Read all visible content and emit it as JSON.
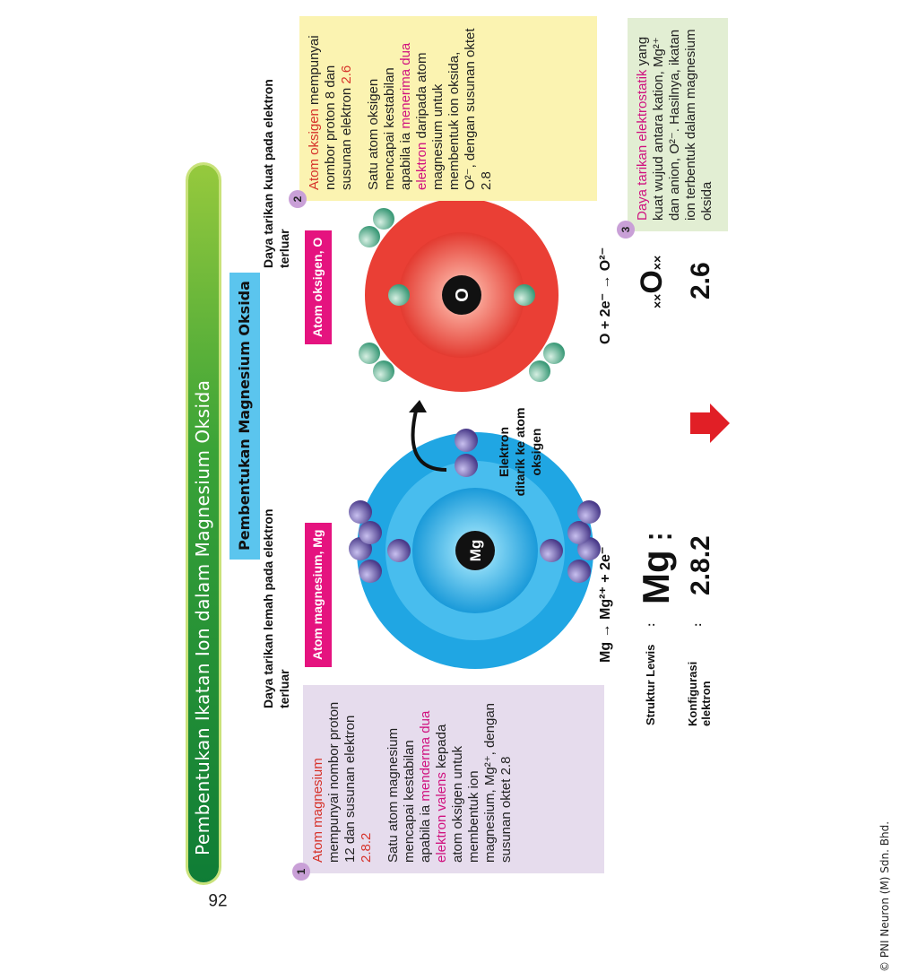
{
  "page_number": "92",
  "copyright": "© PNI Neuron (M) Sdn. Bhd.",
  "title": "Pembentukan Ikatan Ion dalam Magnesium Oksida",
  "subtitle": "Pembentukan Magnesium Oksida",
  "mg_box": {
    "num": "1",
    "lead": "Atom magnesium",
    "p1_rest": "mempunyai nombor proton 12 dan susunan elektron",
    "config": "2.8.2",
    "p2_a": "Satu atom magnesium mencapai kestabilan apabila ia",
    "p2_hl": "menderma dua elektron valens",
    "p2_b": "kepada atom oksigen untuk membentuk ion magnesium, Mg²⁺, dengan susunan oktet 2.8"
  },
  "o_box": {
    "num": "2",
    "lead": "Atom oksigen",
    "p1_rest": "mempunyai nombor proton 8 dan susunan elektron",
    "config": "2.6",
    "p2_a": "Satu atom oksigen mencapai kestabilan apabila ia",
    "p2_hl": "menerima dua elektron",
    "p2_b": "daripada atom magnesium untuk membentuk ion oksida, O²⁻, dengan susunan oktet 2.8"
  },
  "e_box": {
    "num": "3",
    "lead": "Daya tarikan elektrostatik",
    "rest": "yang kuat wujud antara kation, Mg²⁺ dan anion, O²⁻. Hasilnya, ikatan ion terbentuk dalam magnesium oksida"
  },
  "mg_weak": "Daya tarikan lemah pada elektron terluar",
  "o_strong": "Daya tarikan kuat pada elektron terluar",
  "mg_tag": "Atom magnesium, Mg",
  "o_tag": "Atom oksigen, O",
  "mg_symbol": "Mg",
  "o_symbol": "O",
  "arrow_label": "Elektron ditarik ke atom oksigen",
  "mg_eq": "Mg → Mg²⁺ + 2e⁻",
  "o_eq": "O + 2e⁻ → O²⁻",
  "lewis_label": "Struktur Lewis",
  "config_label": "Konfigurasi elektron",
  "colon": ":",
  "mg_lewis": "Mg",
  "o_lewis": "O",
  "mg_config": "2.8.2",
  "o_config": "2.6",
  "colors": {
    "mg_atom": "#2aa8e0",
    "o_atom": "#ea3a33",
    "tag": "#e5137f",
    "banner": "#2f9a3a",
    "arrow": "#e11f26"
  }
}
